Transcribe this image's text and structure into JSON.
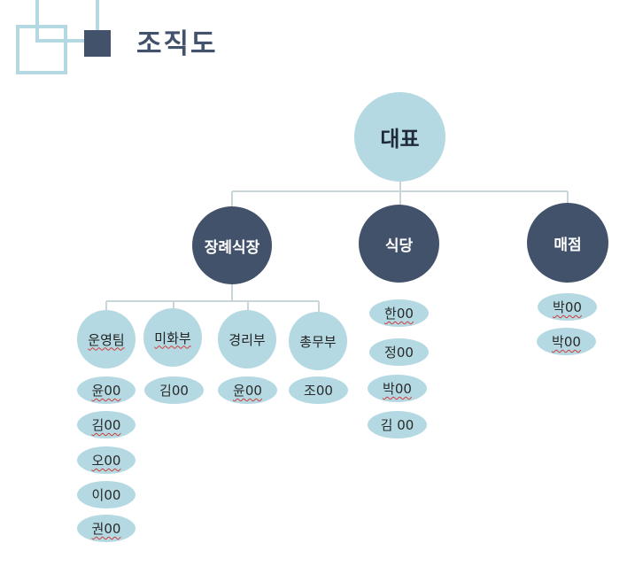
{
  "header": {
    "title": "조직도"
  },
  "org": {
    "root": "대표",
    "departments": [
      {
        "name": "장례식장"
      },
      {
        "name": "식당",
        "members": [
          "한00",
          "정00",
          "박00",
          "김 00"
        ]
      },
      {
        "name": "매점",
        "members": [
          "박00",
          "박00"
        ]
      }
    ],
    "teams": [
      {
        "name": "운영팀",
        "members": [
          "윤00",
          "김00",
          "오00",
          "이00",
          "권00"
        ]
      },
      {
        "name": "미화부",
        "members": [
          "김00"
        ]
      },
      {
        "name": "경리부",
        "members": [
          "윤00"
        ]
      },
      {
        "name": "총무부",
        "members": [
          "조00"
        ]
      }
    ]
  },
  "colors": {
    "light": "#b4d9e2",
    "dark": "#43526b",
    "line": "#c8d6da"
  }
}
